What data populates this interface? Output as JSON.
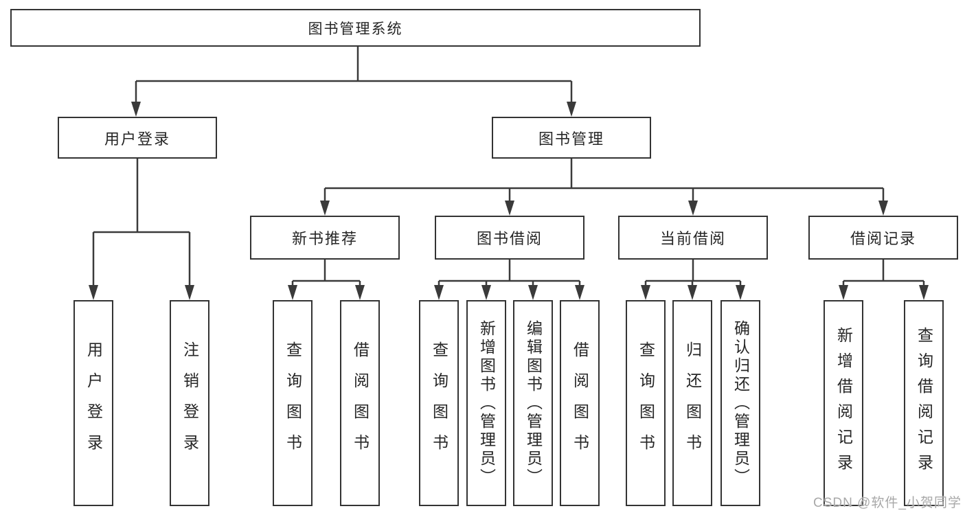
{
  "tree": {
    "label": "图书管理系统",
    "children": [
      {
        "label": "用户登录",
        "children": [
          {
            "label": "用户登录"
          },
          {
            "label": "注销登录"
          }
        ]
      },
      {
        "label": "图书管理",
        "children": [
          {
            "label": "新书推荐",
            "children": [
              {
                "label": "查询图书"
              },
              {
                "label": "借阅图书"
              }
            ]
          },
          {
            "label": "图书借阅",
            "children": [
              {
                "label": "查询图书"
              },
              {
                "label": "新增图书（管理员）"
              },
              {
                "label": "编辑图书（管理员）"
              },
              {
                "label": "借阅图书"
              }
            ]
          },
          {
            "label": "当前借阅",
            "children": [
              {
                "label": "查询图书"
              },
              {
                "label": "归还图书"
              },
              {
                "label": "确认归还（管理员）"
              }
            ]
          },
          {
            "label": "借阅记录",
            "children": [
              {
                "label": "新增借阅记录"
              },
              {
                "label": "查询借阅记录"
              }
            ]
          }
        ]
      }
    ]
  },
  "watermark": {
    "text": "CSDN @软件_小贺同学"
  },
  "colors": {
    "line": "#3a3a3a",
    "box_border": "#333333",
    "text": "#262626",
    "watermark": "#a8a8a8",
    "background": "#ffffff"
  }
}
